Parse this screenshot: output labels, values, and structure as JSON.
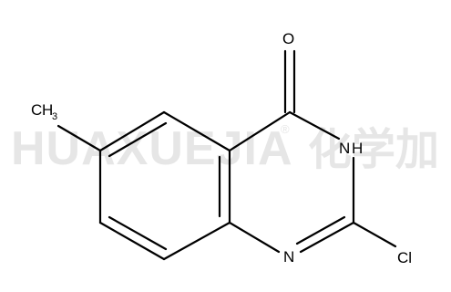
{
  "watermark": {
    "latin": "HUAXUEJIA",
    "registered": "®",
    "chinese": "化学加"
  },
  "molecule": {
    "atoms": {
      "oxygen": "O",
      "nh_n": "N",
      "nh_h": "H",
      "ring_n": "N",
      "chlorine": "Cl",
      "methyl_c": "C",
      "methyl_h": "H",
      "methyl_sub": "3"
    }
  }
}
